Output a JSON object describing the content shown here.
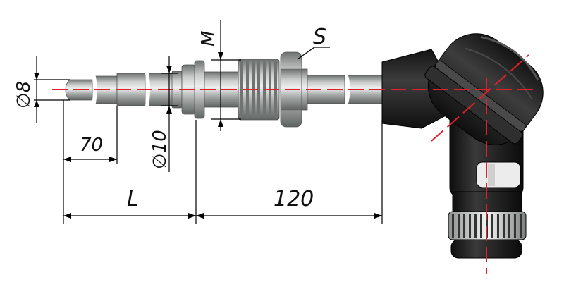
{
  "labels": {
    "diameter_8": "∅8",
    "diameter_10": "∅10",
    "length_70": "70",
    "length_L": "L",
    "length_120": "120",
    "thread_M": "M",
    "wrench_S": "S"
  },
  "colors": {
    "axis": "#e0202a",
    "steel": "#a9acab",
    "steel_dark": "#6f7372",
    "head": "#1c1c1c",
    "dimension": "#000000"
  }
}
